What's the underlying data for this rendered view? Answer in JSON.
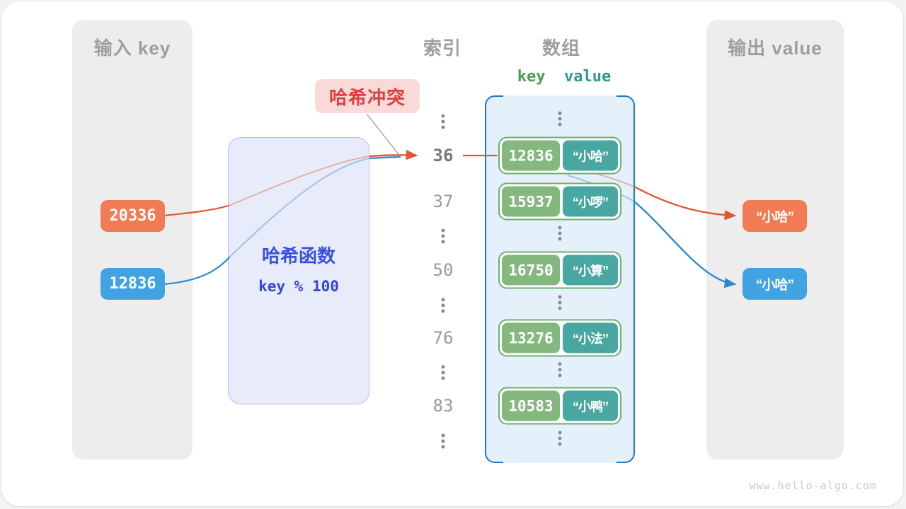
{
  "site": {
    "footer": "www.hello-algo.com"
  },
  "input_panel": {
    "title": "输入 key",
    "keys": [
      {
        "label": "20336",
        "color": "orange"
      },
      {
        "label": "12836",
        "color": "blue"
      }
    ]
  },
  "output_panel": {
    "title": "输出 value",
    "values": [
      {
        "label": "“小哈”",
        "color": "orange"
      },
      {
        "label": "“小哈”",
        "color": "blue"
      }
    ]
  },
  "hash_function": {
    "title": "哈希函数",
    "formula": "key % 100"
  },
  "collision_label": "哈希冲突",
  "headers": {
    "index": "索引",
    "array": "数组",
    "key": "key",
    "value": "value"
  },
  "rows": [
    {
      "type": "ellipsis"
    },
    {
      "type": "bucket",
      "index": "36",
      "key": "12836",
      "value": "“小哈”",
      "highlight": true
    },
    {
      "type": "bucket",
      "index": "37",
      "key": "15937",
      "value": "“小啰”",
      "highlight": false
    },
    {
      "type": "ellipsis"
    },
    {
      "type": "bucket",
      "index": "50",
      "key": "16750",
      "value": "“小算”",
      "highlight": false
    },
    {
      "type": "ellipsis"
    },
    {
      "type": "bucket",
      "index": "76",
      "key": "13276",
      "value": "“小法”",
      "highlight": false
    },
    {
      "type": "ellipsis"
    },
    {
      "type": "bucket",
      "index": "83",
      "key": "10583",
      "value": "“小鸭”",
      "highlight": false
    },
    {
      "type": "ellipsis"
    }
  ],
  "colors": {
    "orange": "#F07B54",
    "blue": "#41A3E2",
    "orange_stroke": "#E2572E",
    "blue_stroke": "#3088CC",
    "green": "#84B87F",
    "teal": "#48A7A0",
    "green_text": "#4E9B50",
    "teal_text": "#2E998C",
    "pair_border": "#6FAE6F",
    "array_border": "#1F78CC",
    "royal": "#3A50E0",
    "royal2": "#3346D6",
    "red": "#E03E3E"
  }
}
